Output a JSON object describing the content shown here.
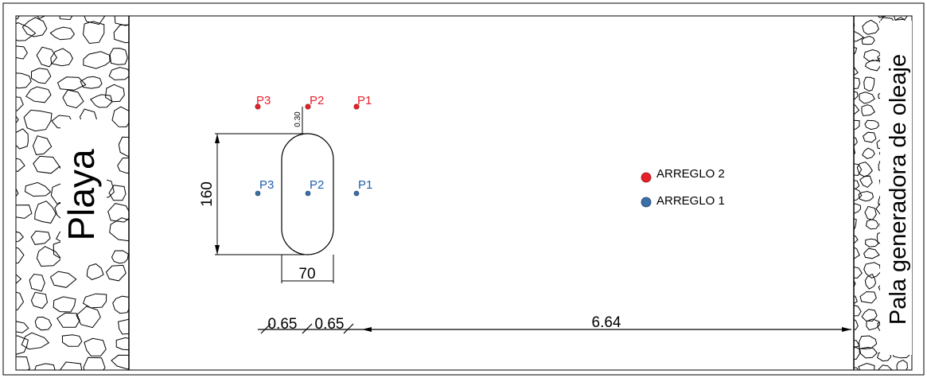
{
  "labels": {
    "beach": "Playa",
    "wavemaker": "Pala generadora de oleaje",
    "dim_height": "160",
    "dim_width": "70",
    "dim_gap": "0.30",
    "dist_a": "0.65",
    "dist_b": "0.65",
    "dist_c": "6.64"
  },
  "points_arreglo2": [
    "P3",
    "P2",
    "P1"
  ],
  "points_arreglo1": [
    "P3",
    "P2",
    "P1"
  ],
  "legend": [
    {
      "label": "ARREGLO 2",
      "color": "#e8202a"
    },
    {
      "label": "ARREGLO 1",
      "color": "#3a6fa8"
    }
  ],
  "colors": {
    "arreglo2_text": "#e8202a",
    "arreglo1_text": "#1f5fb0",
    "line": "#000000"
  }
}
